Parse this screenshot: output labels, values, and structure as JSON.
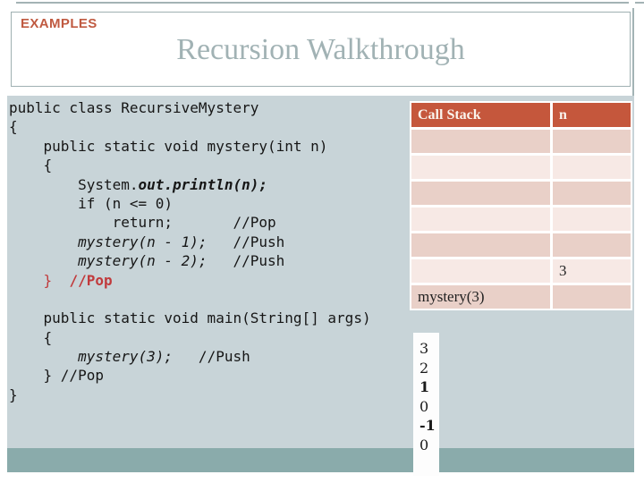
{
  "slide": {
    "kicker": "EXAMPLES",
    "title": "Recursion Walkthrough"
  },
  "code": {
    "lines": [
      {
        "segments": [
          {
            "text": "public class RecursiveMystery",
            "style": "normal"
          }
        ]
      },
      {
        "segments": [
          {
            "text": "{",
            "style": "normal"
          }
        ]
      },
      {
        "segments": [
          {
            "text": "    public static void mystery(int n)",
            "style": "normal"
          }
        ]
      },
      {
        "segments": [
          {
            "text": "    {",
            "style": "normal"
          }
        ]
      },
      {
        "segments": [
          {
            "text": "        System.",
            "style": "normal"
          },
          {
            "text": "out.println(n);",
            "style": "bold-italic"
          }
        ]
      },
      {
        "segments": [
          {
            "text": "        if (n <= 0)",
            "style": "normal"
          }
        ]
      },
      {
        "segments": [
          {
            "text": "            return;       //Pop",
            "style": "normal"
          }
        ]
      },
      {
        "segments": [
          {
            "text": "        ",
            "style": "normal"
          },
          {
            "text": "mystery(n - 1);",
            "style": "italic"
          },
          {
            "text": "   //Push",
            "style": "normal"
          }
        ]
      },
      {
        "segments": [
          {
            "text": "        ",
            "style": "normal"
          },
          {
            "text": "mystery(n - 2);",
            "style": "italic"
          },
          {
            "text": "   //Push",
            "style": "normal"
          }
        ]
      },
      {
        "segments": [
          {
            "text": "    }  ",
            "style": "red"
          },
          {
            "text": "//Pop",
            "style": "red-bold"
          }
        ]
      },
      {
        "segments": []
      },
      {
        "segments": [
          {
            "text": "    public static void main(String[] args)",
            "style": "normal"
          }
        ]
      },
      {
        "segments": [
          {
            "text": "    {",
            "style": "normal"
          }
        ]
      },
      {
        "segments": [
          {
            "text": "        ",
            "style": "normal"
          },
          {
            "text": "mystery(3);",
            "style": "italic"
          },
          {
            "text": "   //Push",
            "style": "normal"
          }
        ]
      },
      {
        "segments": [
          {
            "text": "    } //Pop",
            "style": "normal"
          }
        ]
      },
      {
        "segments": [
          {
            "text": "}",
            "style": "normal"
          }
        ]
      }
    ]
  },
  "call_stack_table": {
    "headers": [
      "Call Stack",
      "n"
    ],
    "rows": [
      {
        "call_stack": "",
        "n": ""
      },
      {
        "call_stack": "",
        "n": ""
      },
      {
        "call_stack": "",
        "n": ""
      },
      {
        "call_stack": "",
        "n": ""
      },
      {
        "call_stack": "",
        "n": ""
      },
      {
        "call_stack": "",
        "n": "3"
      },
      {
        "call_stack": "mystery(3)",
        "n": ""
      }
    ]
  },
  "output_trace": {
    "values": [
      {
        "text": "3",
        "bold": false
      },
      {
        "text": "2",
        "bold": false
      },
      {
        "text": "1",
        "bold": true
      },
      {
        "text": "0",
        "bold": false
      },
      {
        "text": "-1",
        "bold": true
      },
      {
        "text": "0",
        "bold": false
      }
    ]
  },
  "colors": {
    "kicker": "#c05a41",
    "title": "#a1b2b4",
    "content_background": "#c8d4d8",
    "teal_band": "#8aabab",
    "code_red": "#c13a3c",
    "table_header_bg": "#c5573c",
    "table_row_dark": "#e9d0c8",
    "table_row_light": "#f7e9e5",
    "frame_line": "#a3b3b5"
  }
}
